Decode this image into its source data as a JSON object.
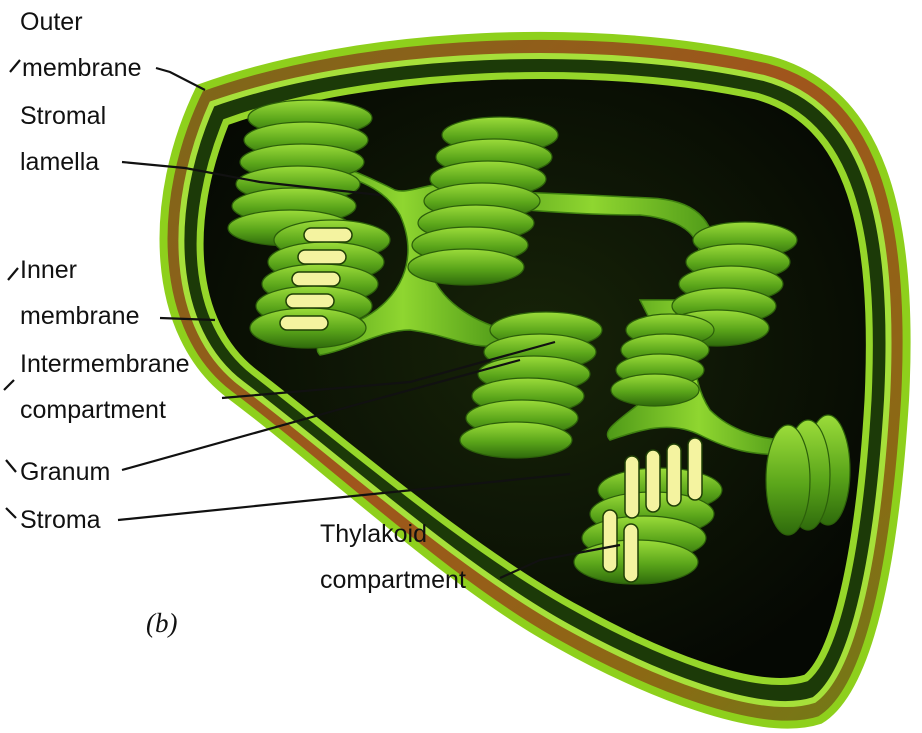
{
  "labels": {
    "outer_membrane": [
      "Outer",
      "membrane"
    ],
    "stromal_lamella": [
      "Stromal",
      "lamella"
    ],
    "inner_membrane": [
      "Inner",
      "membrane"
    ],
    "intermembrane_compartment": [
      "Intermembrane",
      "compartment"
    ],
    "granum": "Granum",
    "stroma": "Stroma",
    "thylakoid_compartment": [
      "Thylakoid",
      "compartment"
    ]
  },
  "caption": "(b)",
  "colors": {
    "membrane_green": "#8ed01c",
    "outer_shell_brown": "#8a5a1a",
    "interior_dark": "#0c1406",
    "grana_green": "#5aa51a",
    "lumen_yellow": "#f4f3a0"
  }
}
